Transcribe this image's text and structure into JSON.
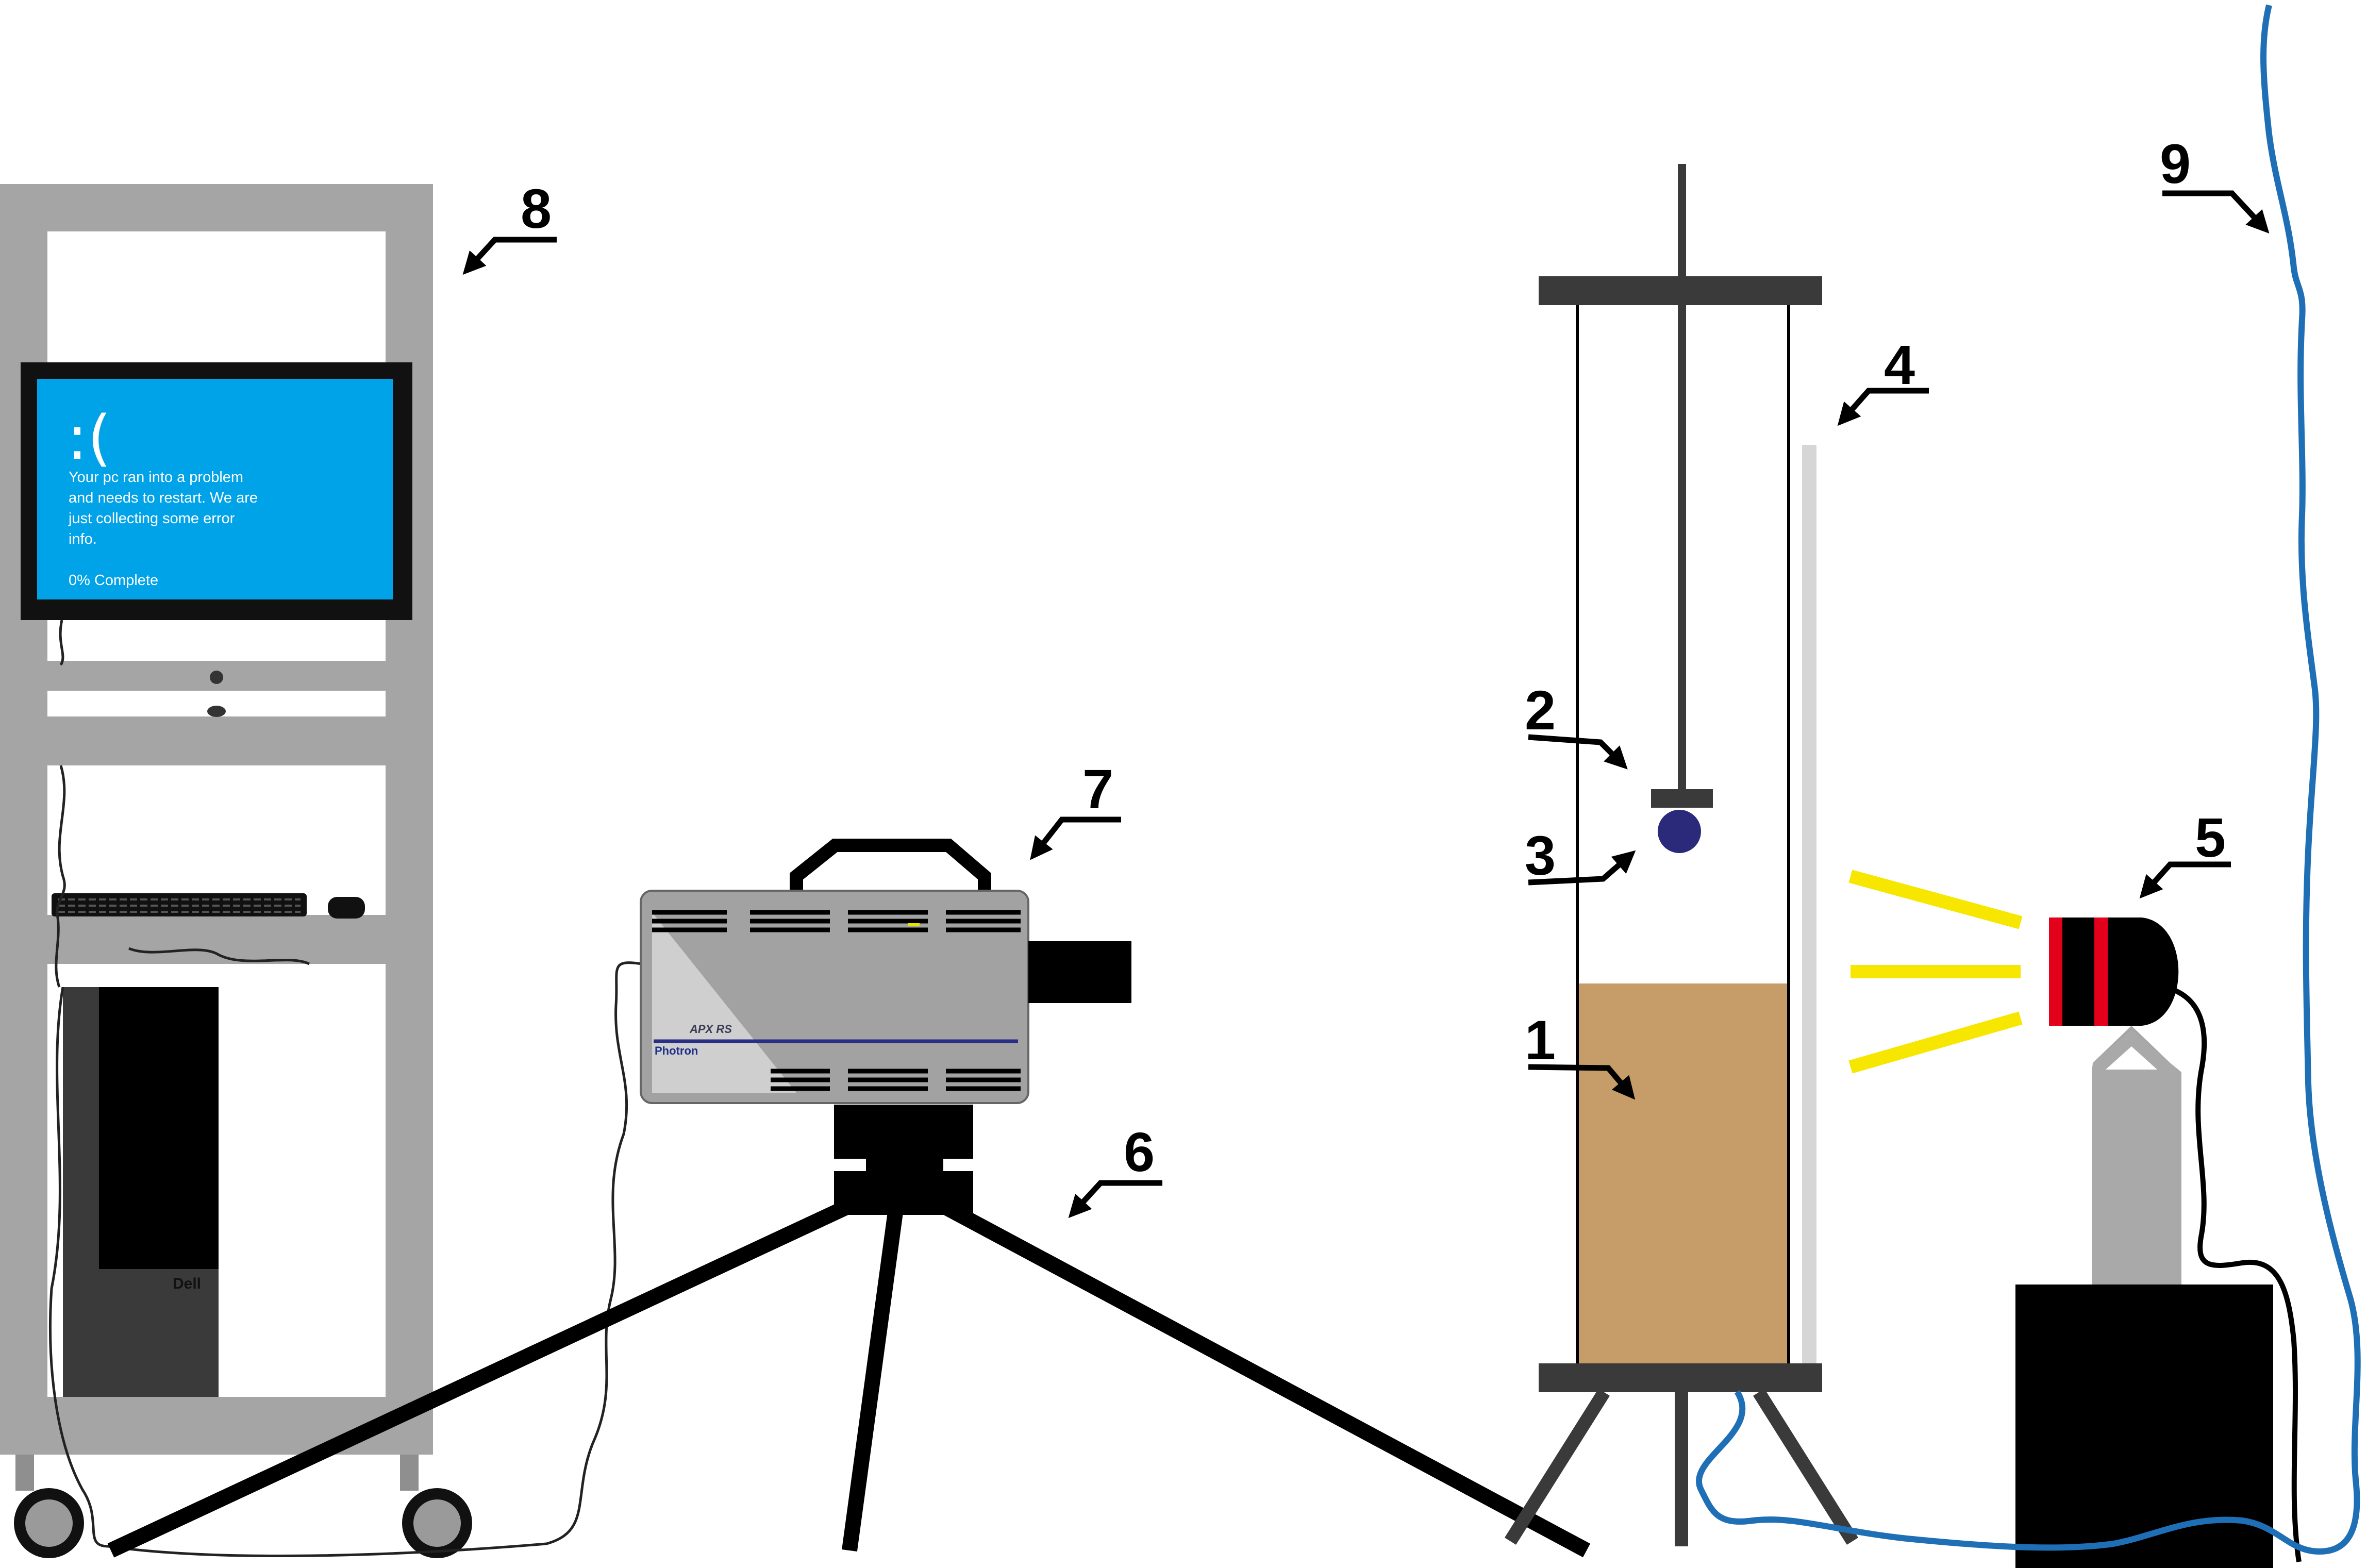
{
  "labels": {
    "sediment": "1",
    "release_mechanism": "2",
    "sphere": "3",
    "scale_ruler": "4",
    "light_source": "5",
    "tripod": "6",
    "camera": "7",
    "computer_rack": "8",
    "cable": "9"
  },
  "monitor": {
    "face": ":(",
    "lines": [
      "Your pc ran into a problem",
      "and needs to restart. We are",
      "just collecting some error",
      "info."
    ],
    "progress": "0% Complete"
  },
  "pc_tower": {
    "brand": "Dell"
  },
  "camera": {
    "model": "APX RS",
    "brand": "Photron"
  },
  "colors": {
    "frame_gray": "#a5a5a5",
    "screen_blue": "#00a2e8",
    "sediment_tan": "#c69c69",
    "cable_blue": "#1f6fb6",
    "light_yellow": "#f6e600",
    "lamp_red": "#e3001b",
    "sphere_navy": "#2b2a7a"
  }
}
